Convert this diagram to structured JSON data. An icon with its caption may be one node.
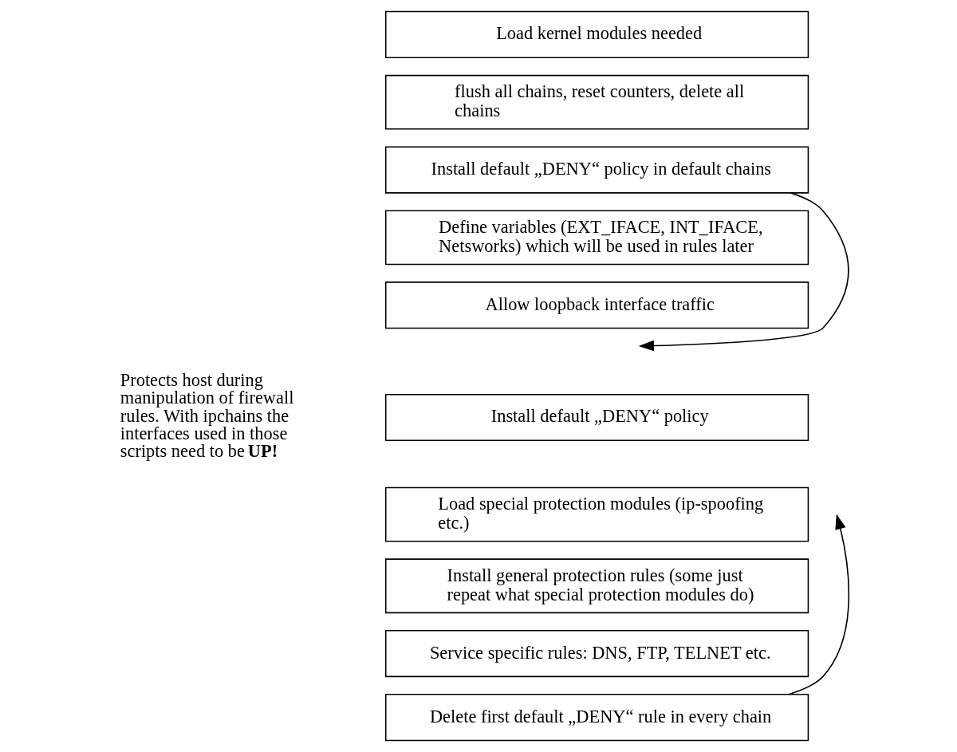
{
  "diagram": {
    "nodes": [
      {
        "text": [
          "Load kernel modules needed"
        ]
      },
      {
        "text": [
          "flush all chains, reset counters, delete all chains"
        ]
      },
      {
        "text": [
          "Install default „DENY“ policy in default chains"
        ]
      },
      {
        "text": [
          "Define variables (EXT_IFACE, INT_IFACE, Netsworks) which will be used in rules later"
        ]
      },
      {
        "text": [
          "Allow loopback interface traffic"
        ]
      },
      {
        "text": [
          "Install default „DENY“ policy"
        ]
      },
      {
        "text": [
          "Load special protection modules (ip-spoofing etc.)"
        ]
      },
      {
        "text": [
          "Install general protection rules (some just repeat what special protection modules do)"
        ]
      },
      {
        "text": [
          "Service specific rules: DNS, FTP, TELNET etc."
        ]
      },
      {
        "text": [
          "Delete first default „DENY“ rule in every chain"
        ]
      }
    ],
    "edges": [
      {
        "from": 2,
        "to": null,
        "arrow": "to"
      },
      {
        "from": 9,
        "to": null,
        "arrow": "to"
      }
    ],
    "labels": [
      "Protects host during manipulation of firewall rules. With ipchains the interfaces used in those scripts need to be **UP!**"
    ]
  }
}
